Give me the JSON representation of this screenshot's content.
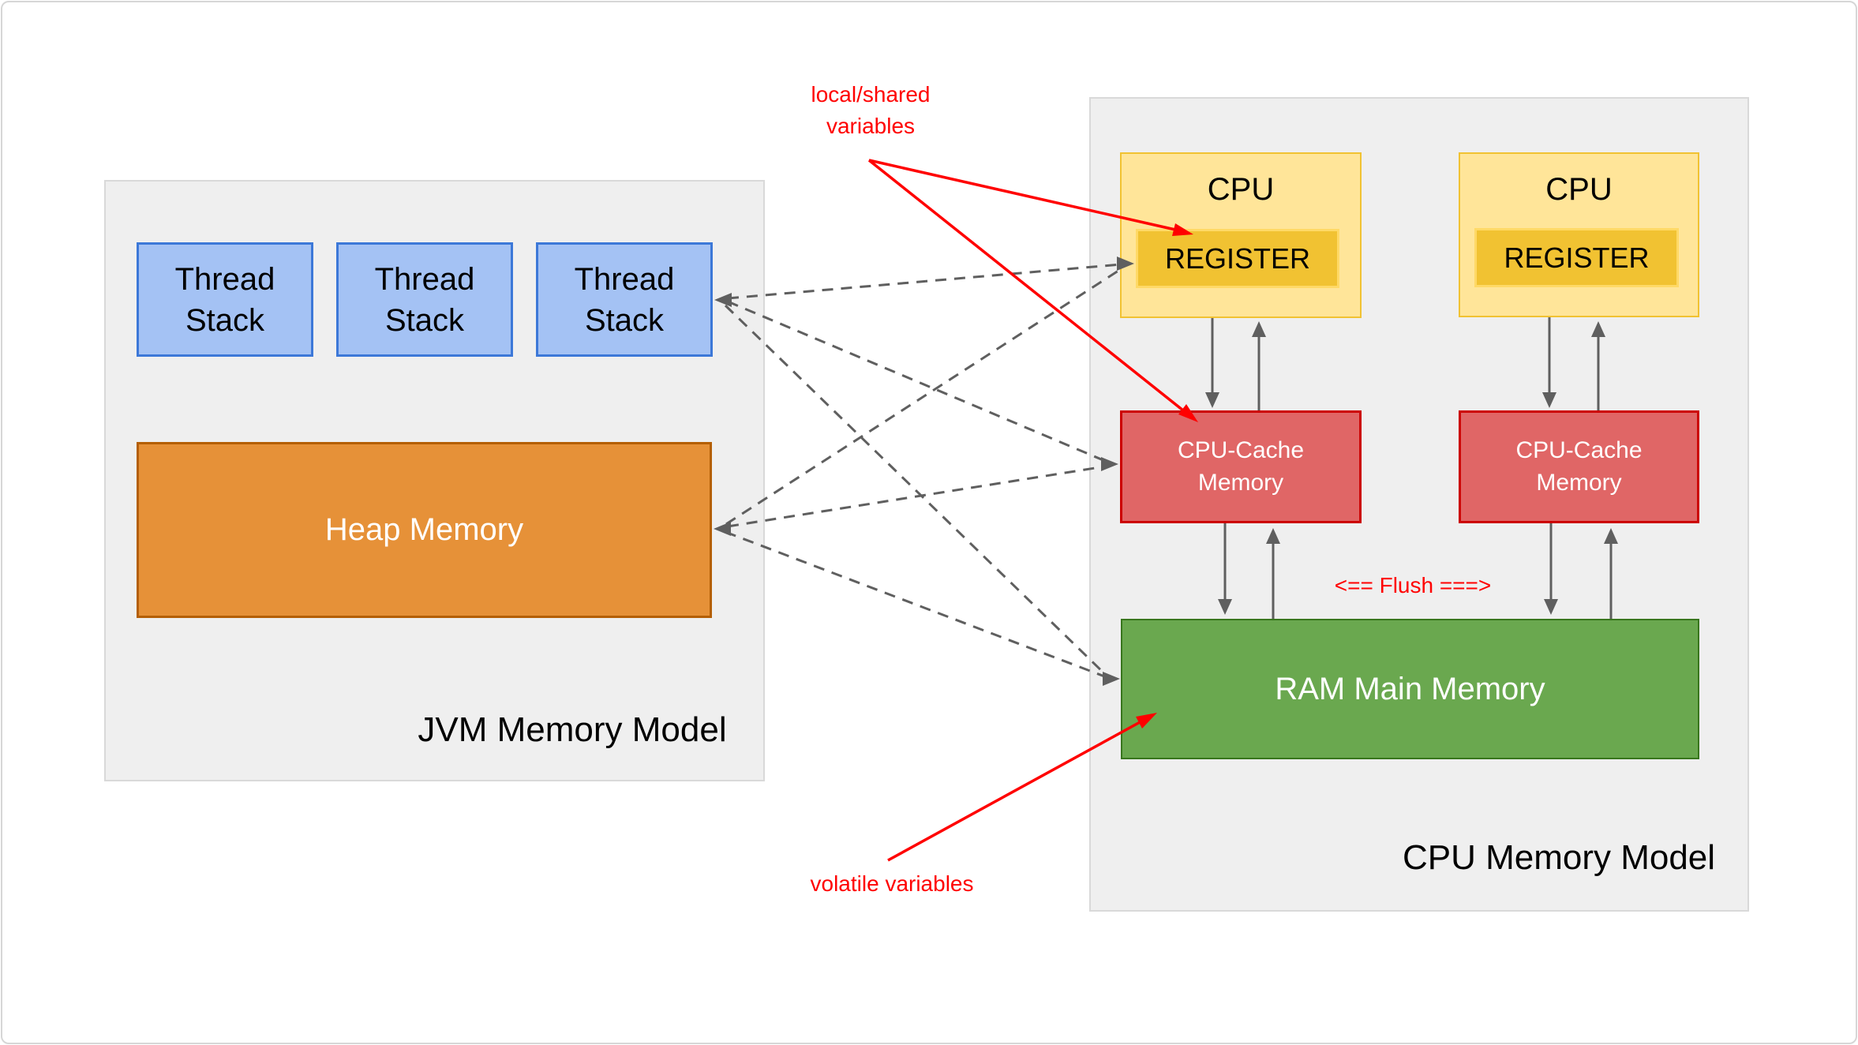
{
  "jvm_model": {
    "title": "JVM Memory Model",
    "thread_stacks": [
      {
        "label": "Thread Stack"
      },
      {
        "label": "Thread Stack"
      },
      {
        "label": "Thread Stack"
      }
    ],
    "heap_label": "Heap Memory"
  },
  "cpu_model": {
    "title": "CPU Memory Model",
    "cpus": [
      {
        "label": "CPU",
        "register_label": "REGISTER"
      },
      {
        "label": "CPU",
        "register_label": "REGISTER"
      }
    ],
    "caches": [
      {
        "label": "CPU-Cache Memory"
      },
      {
        "label": "CPU-Cache Memory"
      }
    ],
    "ram_label": "RAM Main Memory",
    "flush_label": "<== Flush ===>"
  },
  "annotations": {
    "local_shared_label": "local/shared variables",
    "volatile_label": "volatile variables"
  },
  "colors": {
    "canvas_bg": "#ffffff",
    "panel_bg": "#efefef",
    "panel_border": "#d9d9d9",
    "thread_stack_fill": "#a4c2f4",
    "thread_stack_border": "#3c78d8",
    "heap_fill": "#e69138",
    "heap_border": "#b45f06",
    "cpu_fill": "#ffe599",
    "cpu_border": "#f1c232",
    "register_fill": "#f1c232",
    "cache_fill": "#e06666",
    "cache_border": "#cc0000",
    "ram_fill": "#6aa84f",
    "ram_border": "#38761d",
    "arrow_gray": "#5f5f5f",
    "annotation_red": "#ff0000"
  }
}
